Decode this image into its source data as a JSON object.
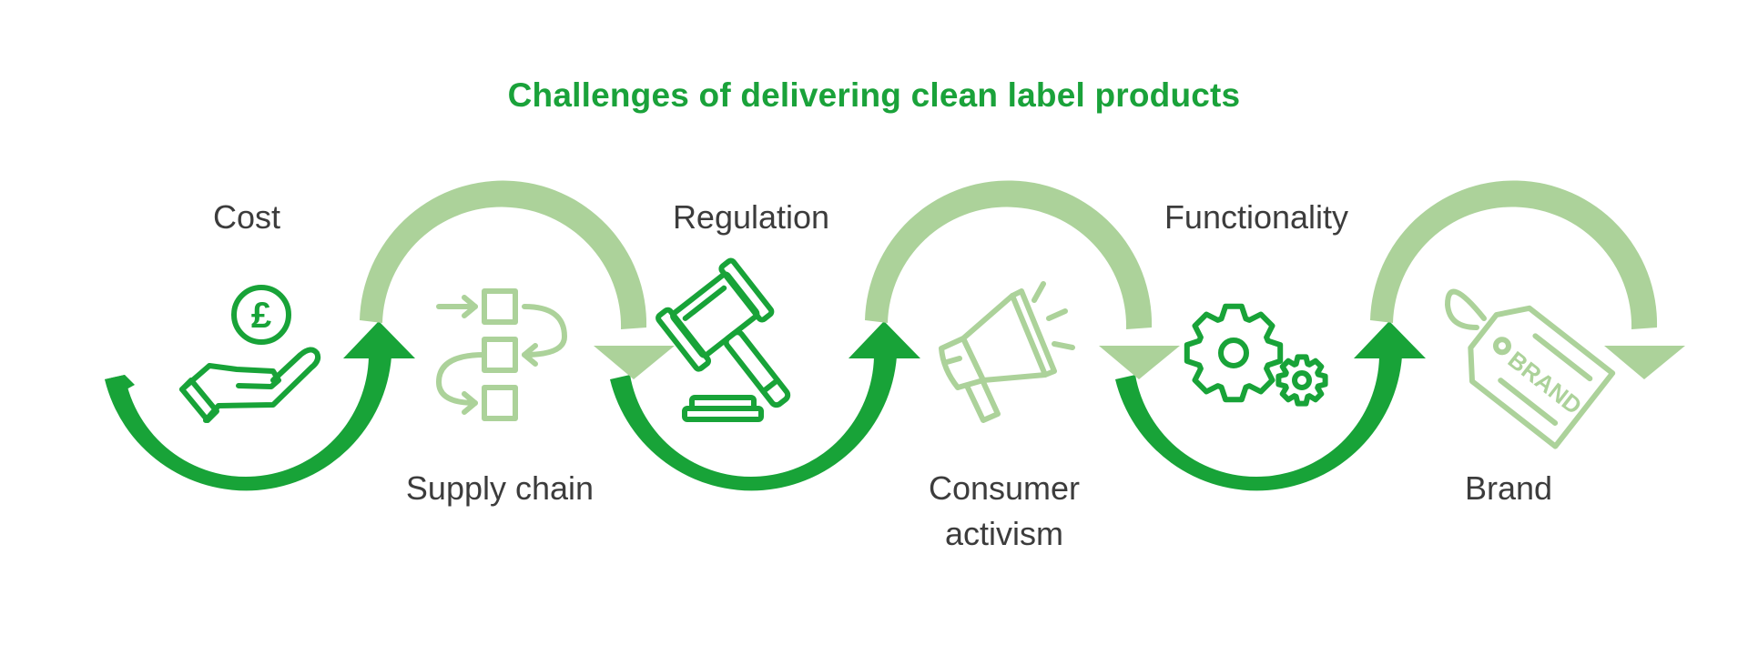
{
  "title": "Challenges of delivering clean label products",
  "stages": [
    {
      "label": "Cost",
      "icon": "hand-coin-pound-icon",
      "symbol": "£"
    },
    {
      "label": "Supply chain",
      "icon": "process-flow-icon"
    },
    {
      "label": "Regulation",
      "icon": "gavel-icon"
    },
    {
      "label": "Consumer\nactivism",
      "icon": "megaphone-icon"
    },
    {
      "label": "Functionality",
      "icon": "gears-icon"
    },
    {
      "label": "Brand",
      "icon": "brand-tag-icon",
      "tag_text": "BRAND"
    }
  ],
  "colors": {
    "title": "#1aa23a",
    "dark_green": "#18a338",
    "light_green": "#acd29a",
    "label_text": "#3c3c3c"
  }
}
